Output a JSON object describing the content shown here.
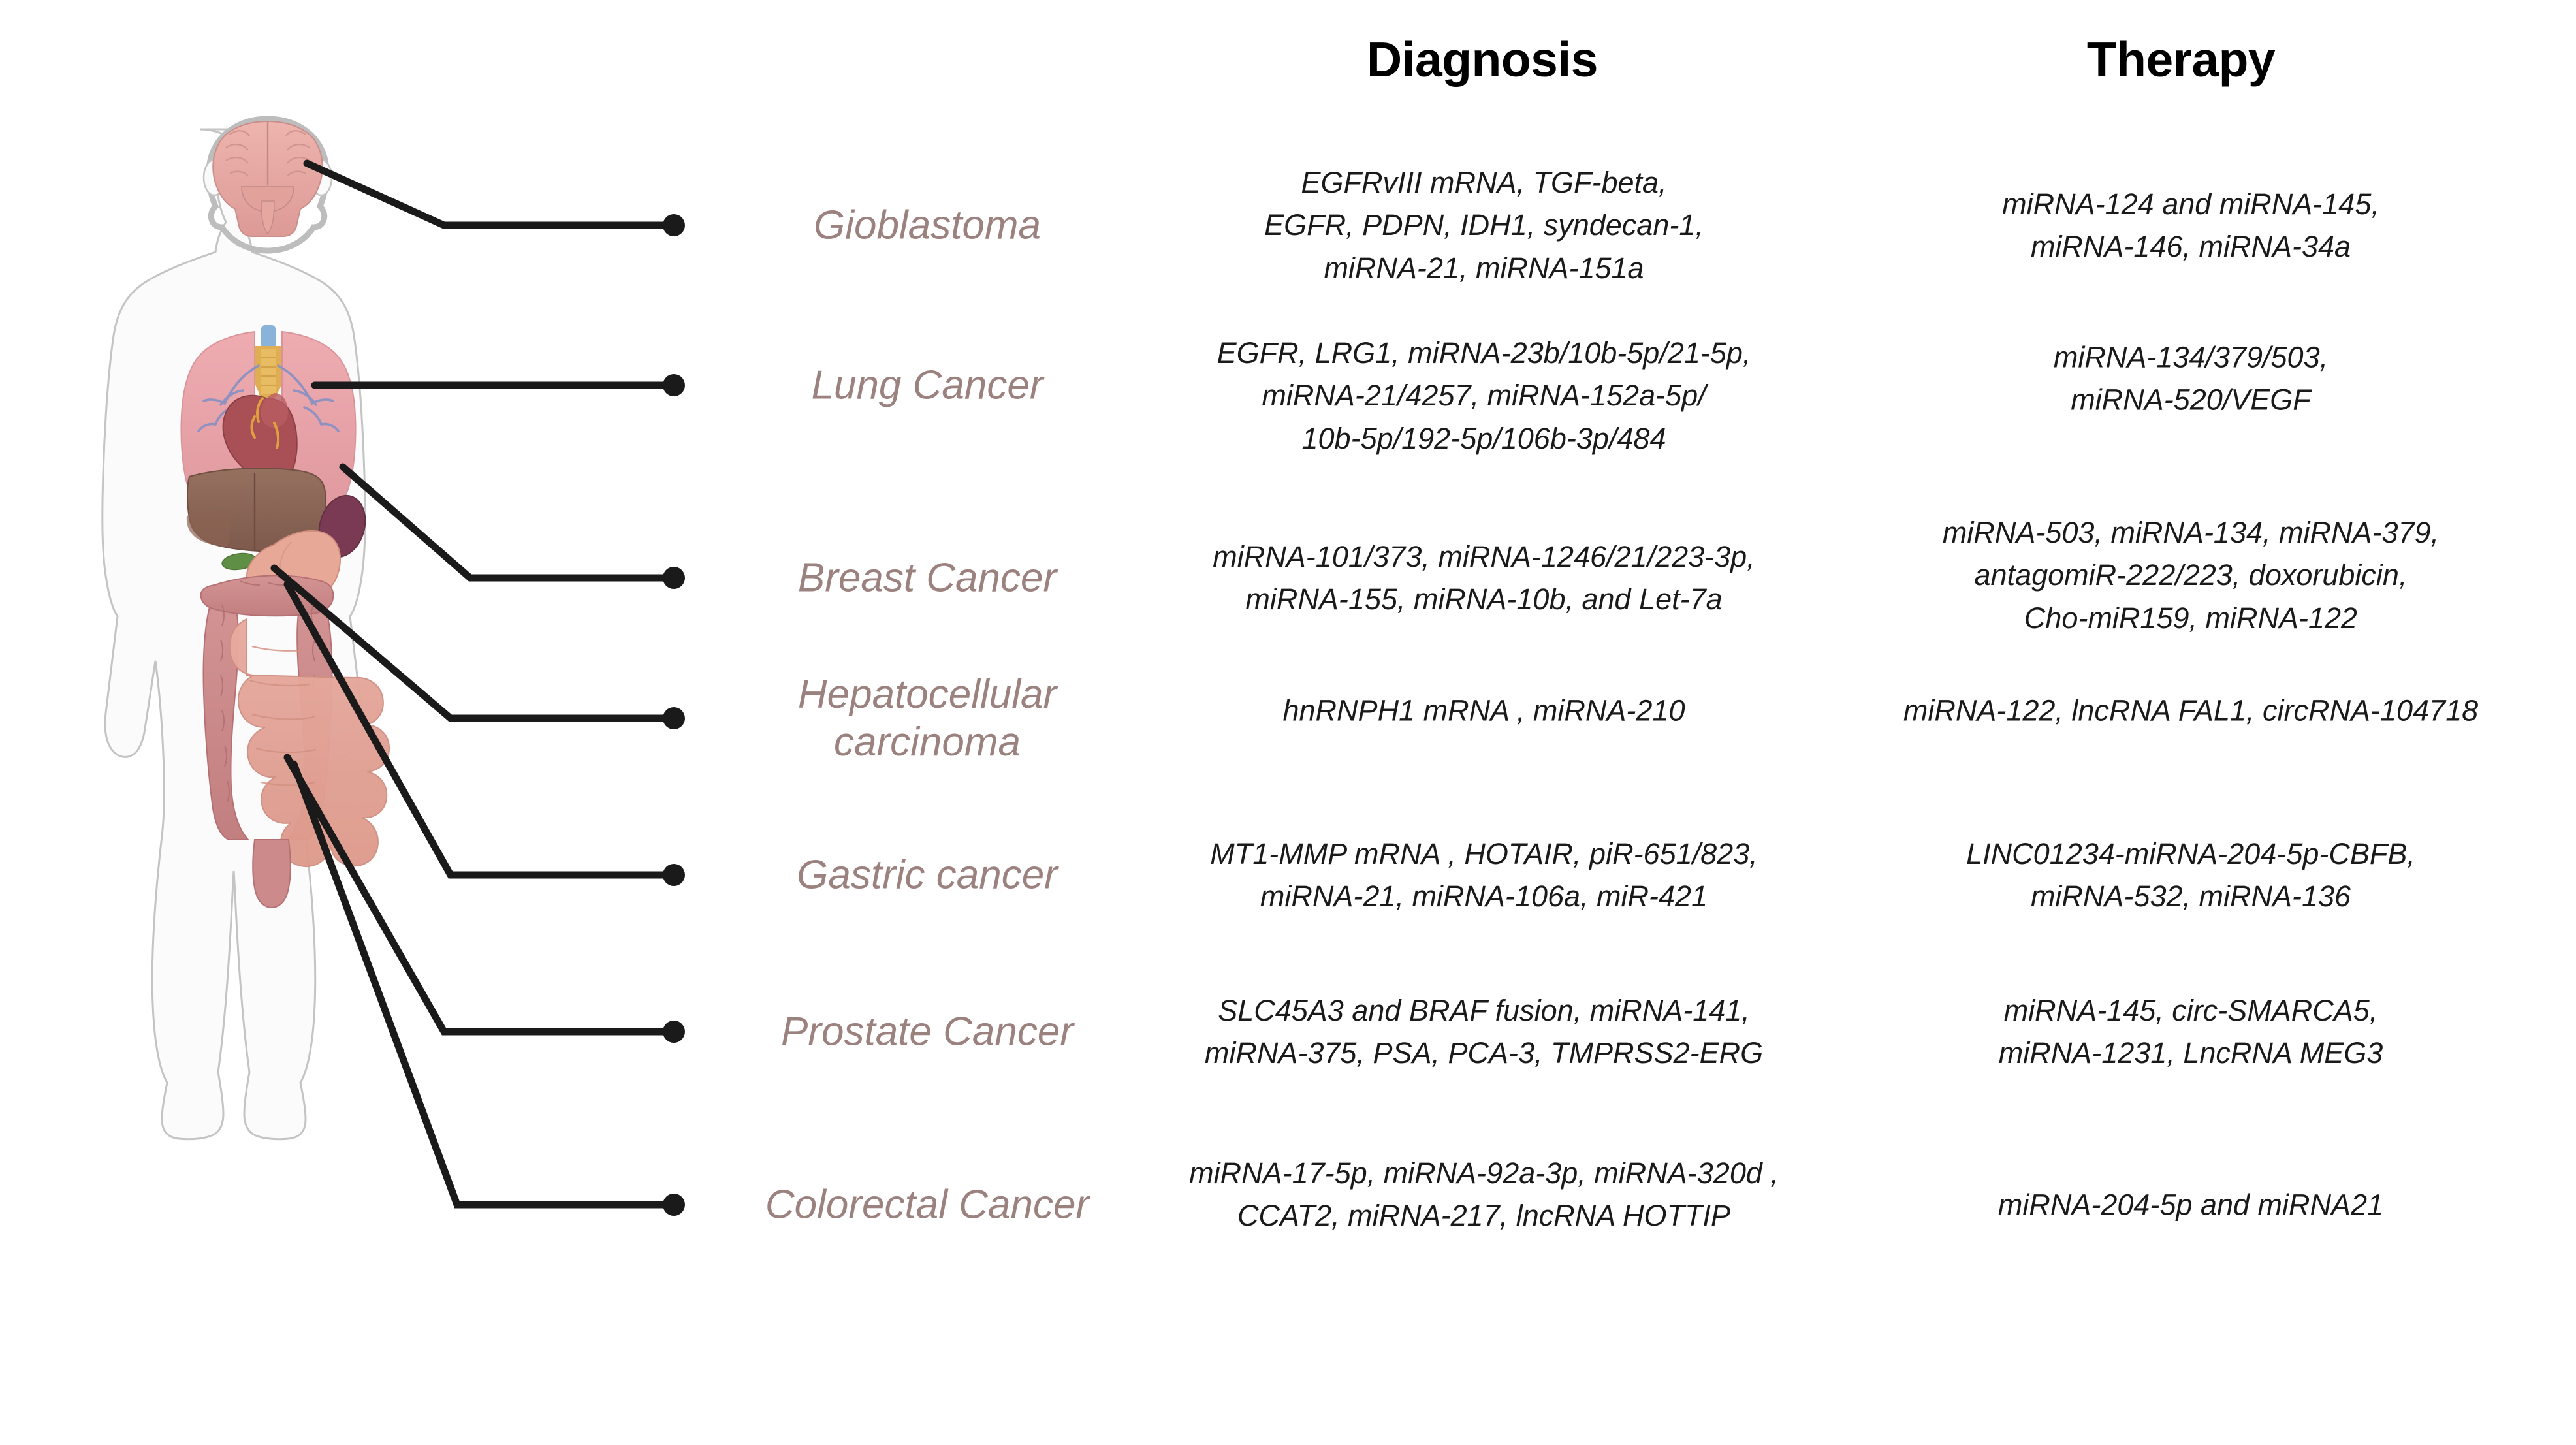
{
  "headers": {
    "diagnosis": "Diagnosis",
    "therapy": "Therapy"
  },
  "colors": {
    "cancer_label": "#9b827f",
    "body_text": "#1a1a1a",
    "leader_line": "#1a1a1a",
    "brain": "#e8a9a4",
    "lung": "#e9a0a6",
    "heart": "#a85055",
    "liver": "#8a6354",
    "spleen": "#7a3a53",
    "stomach": "#e8a898",
    "pancreas": "#e4c56a",
    "gallbladder": "#5f8f45",
    "large_intestine": "#cc8a8a",
    "small_intestine": "#e2a296",
    "bronchi": "#8f92c0",
    "body_outline": "#bdbdbd",
    "skull": "#b9b9b9"
  },
  "rows": [
    {
      "id": "gioblastoma",
      "label": "Gioblastoma",
      "diagnosis": "EGFRvIII mRNA, TGF-beta,\nEGFR, PDPN, IDH1, syndecan-1,\nmiRNA-21, miRNA-151a",
      "therapy": "miRNA-124 and miRNA-145,\nmiRNA-146, miRNA-34a"
    },
    {
      "id": "lung-cancer",
      "label": "Lung Cancer",
      "diagnosis": "EGFR, LRG1, miRNA-23b/10b-5p/21-5p,\nmiRNA-21/4257, miRNA-152a-5p/\n10b-5p/192-5p/106b-3p/484",
      "therapy": "miRNA-134/379/503,\nmiRNA-520/VEGF"
    },
    {
      "id": "breast-cancer",
      "label": "Breast Cancer",
      "diagnosis": "miRNA-101/373, miRNA-1246/21/223-3p,\nmiRNA-155, miRNA-10b, and Let-7a",
      "therapy": "miRNA-503, miRNA-134, miRNA-379,\nantagomiR-222/223, doxorubicin,\nCho-miR159, miRNA-122"
    },
    {
      "id": "hepatocellular-carcinoma",
      "label": "Hepatocellular\ncarcinoma",
      "diagnosis": "hnRNPH1 mRNA , miRNA-210",
      "therapy": "miRNA-122, lncRNA FAL1, circRNA-104718"
    },
    {
      "id": "gastric-cancer",
      "label": "Gastric cancer",
      "diagnosis": "MT1-MMP mRNA , HOTAIR, piR-651/823,\nmiRNA-21, miRNA-106a, miR-421",
      "therapy": "LINC01234-miRNA-204-5p-CBFB,\nmiRNA-532, miRNA-136"
    },
    {
      "id": "prostate-cancer",
      "label": "Prostate Cancer",
      "diagnosis": "SLC45A3 and BRAF fusion, miRNA-141,\nmiRNA-375, PSA, PCA-3, TMPRSS2-ERG",
      "therapy": "miRNA-145, circ-SMARCA5,\nmiRNA-1231, LncRNA MEG3"
    },
    {
      "id": "colorectal-cancer",
      "label": "Colorectal Cancer",
      "diagnosis": "miRNA-17-5p, miRNA-92a-3p, miRNA-320d ,\nCCAT2, miRNA-217, lncRNA HOTTIP",
      "therapy": "miRNA-204-5p and miRNA21"
    }
  ],
  "anatomy": {
    "organs": [
      "brain",
      "lungs",
      "bronchi",
      "trachea",
      "thyroid",
      "heart",
      "liver",
      "spleen",
      "stomach",
      "gallbladder",
      "pancreas",
      "large-intestine",
      "small-intestine",
      "rectum"
    ]
  }
}
